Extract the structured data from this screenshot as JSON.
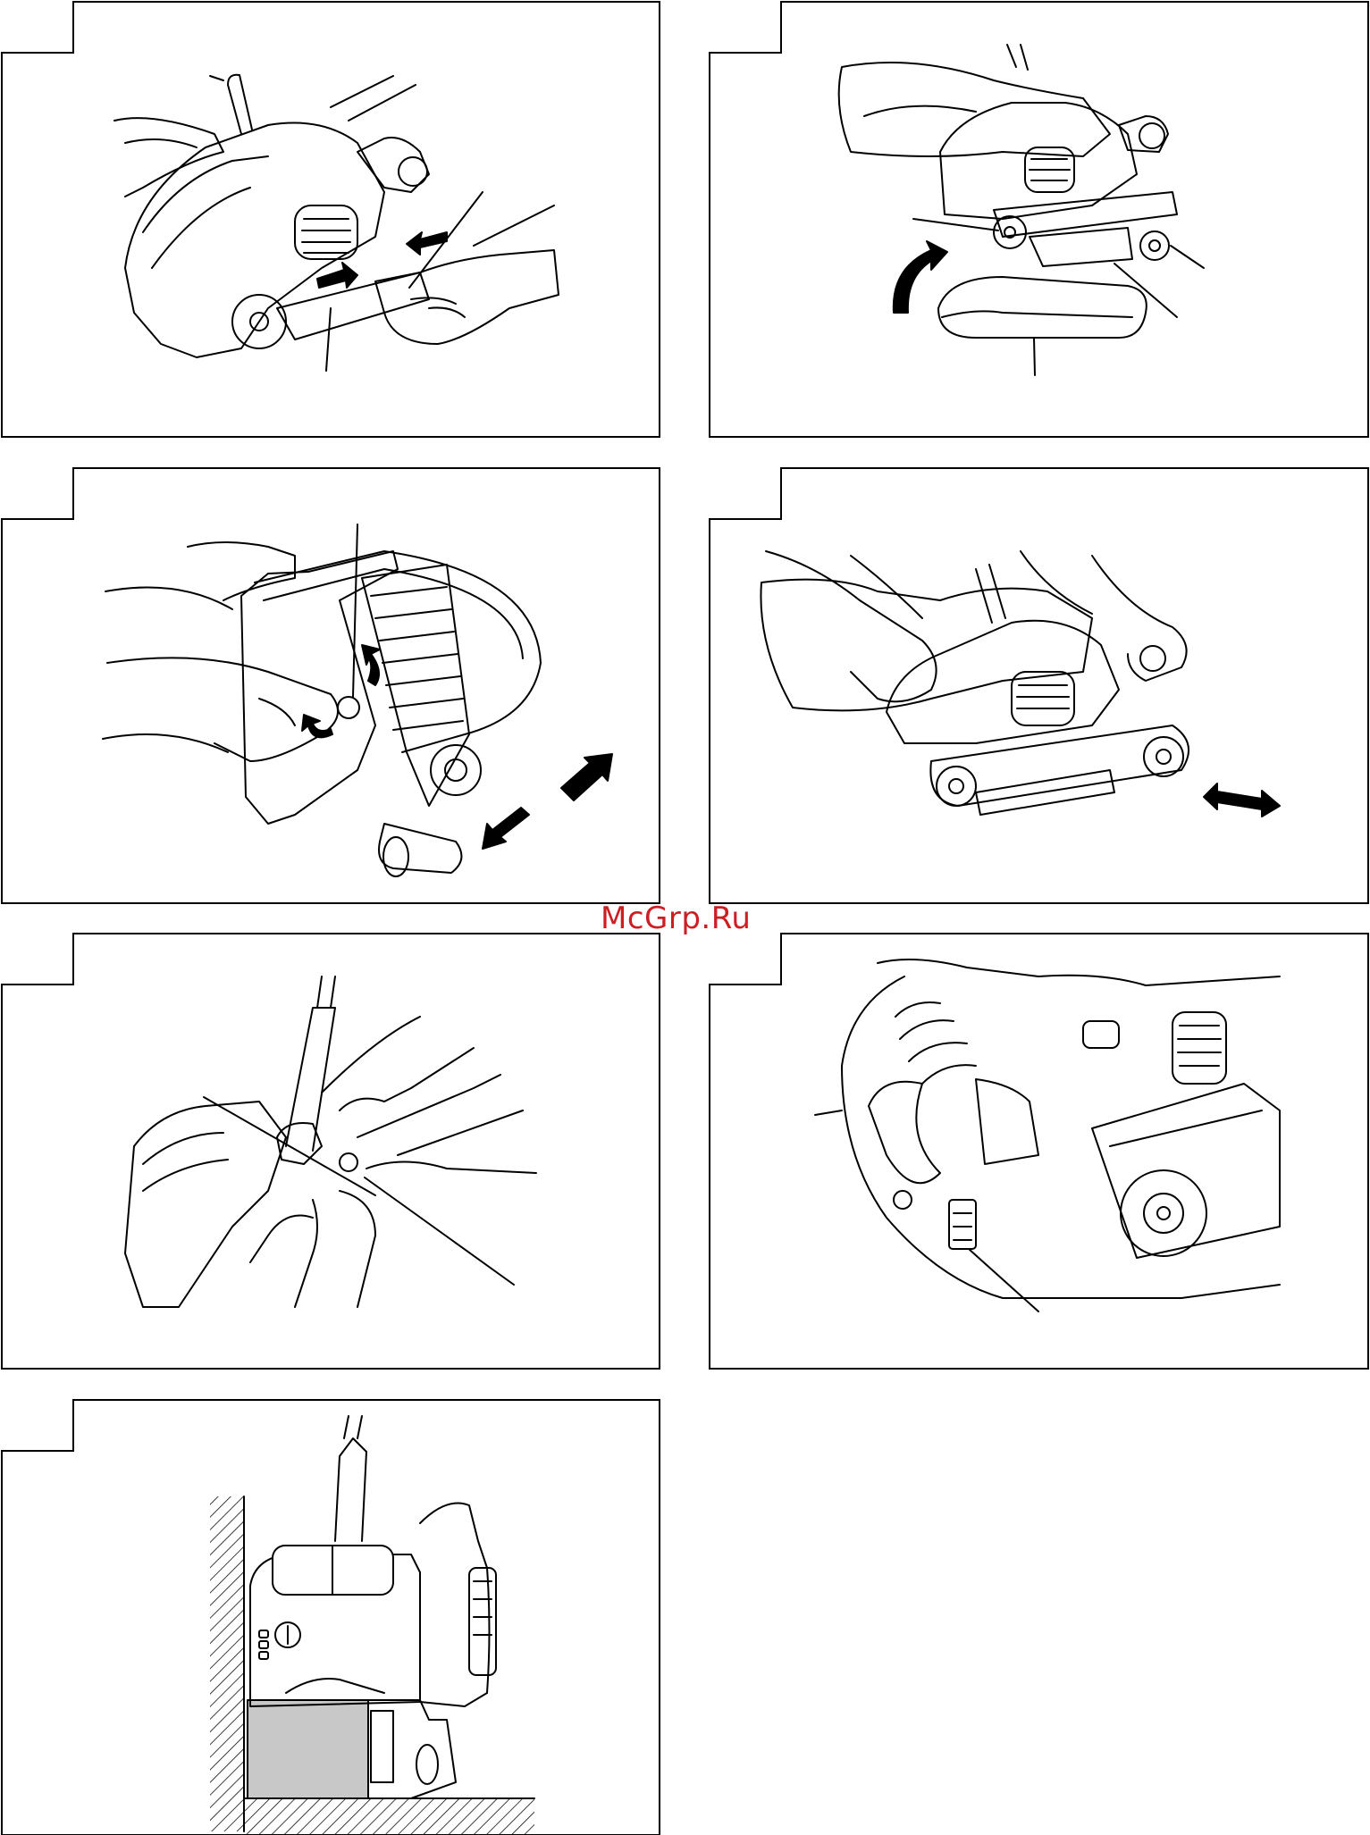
{
  "page": {
    "background": "#ffffff",
    "line_color": "#000000"
  },
  "watermark": {
    "text": "McGrp.Ru",
    "color": "#cc1f24"
  },
  "figures": [
    {
      "id": "figure-1",
      "icon": "belt-sander-dust-bag-attach-illustration"
    },
    {
      "id": "figure-2",
      "icon": "belt-sander-belt-install-illustration"
    },
    {
      "id": "figure-3",
      "icon": "belt-tracking-adjustment-illustration"
    },
    {
      "id": "figure-4",
      "icon": "belt-sander-operation-illustration"
    },
    {
      "id": "figure-5",
      "icon": "switch-lock-illustration"
    },
    {
      "id": "figure-6",
      "icon": "speed-dial-illustration"
    },
    {
      "id": "figure-7",
      "icon": "flush-sanding-against-wall-illustration"
    }
  ]
}
